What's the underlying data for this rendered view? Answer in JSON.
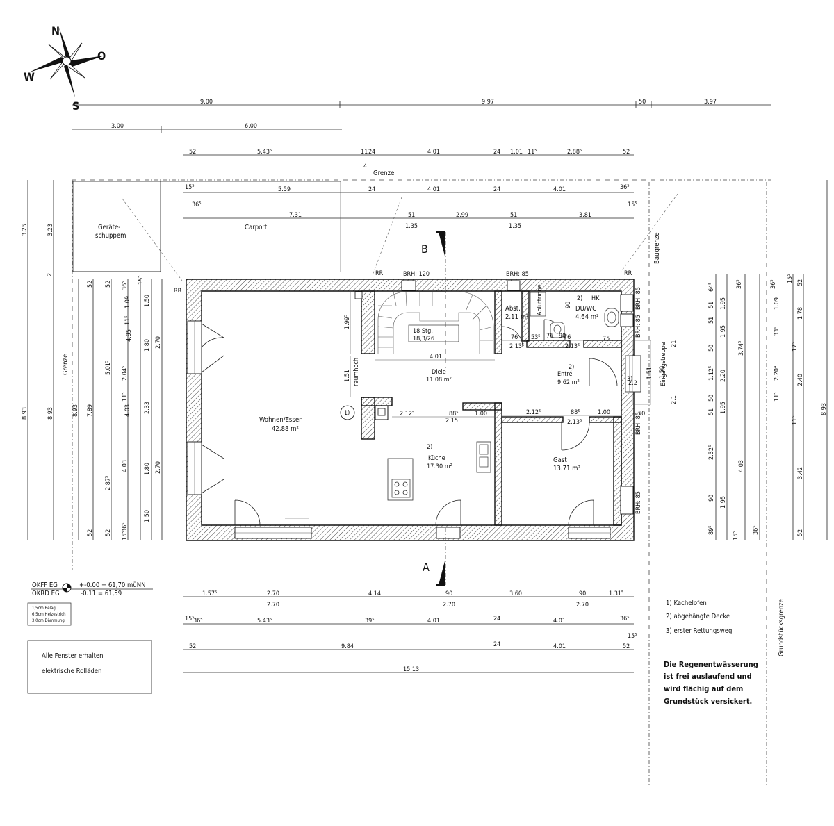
{
  "compass": {
    "n": "N",
    "o": "O",
    "s": "S",
    "w": "W"
  },
  "dims_row1": [
    "9.00",
    "9.97",
    "50",
    "3.97"
  ],
  "dims_row2": [
    "3.00",
    "6.00"
  ],
  "dims_row3": [
    "52",
    "5.43⁵",
    "11",
    "24",
    "4.01",
    "24",
    "1.01",
    "11⁵",
    "2.88⁵",
    "52",
    "4"
  ],
  "grenze_top": "Grenze",
  "dims_row4": [
    "15⁵",
    "5.59",
    "24",
    "4.01",
    "24",
    "4.01",
    "36⁵",
    "36⁵",
    "15⁵"
  ],
  "dims_row5": [
    "7.31",
    "51",
    "2.99",
    "51",
    "3.81",
    "1.35",
    "1.35"
  ],
  "carport": "Carport",
  "shed": [
    "Geräte-",
    "schuppem"
  ],
  "section_b": "B",
  "section_a": "A",
  "baugrenze": "Baugrenze",
  "grenze_left": "Grenze",
  "grundstuecksgrenze": "Grundstücksgrenze",
  "rr": "RR",
  "brh120": "BRH: 120",
  "brh85": "BRH: 85",
  "rooms": {
    "wohnen": {
      "name": "Wohnen/Essen",
      "area": "42.88  m²"
    },
    "diele": {
      "name": "Diele",
      "area": "11.08  m²"
    },
    "kueche": {
      "name": "Küche",
      "area": "17.30  m²",
      "note": "2)"
    },
    "gast": {
      "name": "Gast",
      "area": "13.71  m²"
    },
    "entre": {
      "name": "Entré",
      "area": "9.62  m²",
      "note": "2)"
    },
    "abst": {
      "name": "Abst.",
      "area": "2.11  m²"
    },
    "dwc": {
      "name": "DU/WC",
      "area": "4.64  m²",
      "note": "2)"
    }
  },
  "stairs": [
    "18  Stg.",
    "18,3/26"
  ],
  "raumhoch": "raumhoch",
  "abluftrinne": "Abluftrinne",
  "eingangstreppe": "Eingangstreppe",
  "hk": "HK",
  "note1": "1)",
  "note3": "3)",
  "okff": {
    "l1": "OKFF EG",
    "v1": "+-0.00  =  61,70  müNN",
    "l2": "OKRD EG",
    "v2": "-0.11  =  61,59"
  },
  "floor_layers": [
    "1,5cm  Belag",
    "6,5cm  Heizestrich",
    "3,0cm  Dämmung"
  ],
  "fenster_note": [
    "Alle Fenster erhalten",
    "elektrische Rolläden"
  ],
  "dims_b1": [
    "1.57⁵",
    "2.70",
    "4.14",
    "90",
    "3.60",
    "90",
    "1.31⁵"
  ],
  "dims_b2": [
    "2.70",
    "2.70",
    "2.70"
  ],
  "dims_b3": [
    "15⁵",
    "36⁵",
    "5.43⁵",
    "39⁵",
    "4.01",
    "24",
    "4.01",
    "36⁵",
    "15⁵"
  ],
  "dims_b4": [
    "52",
    "9.84",
    "24",
    "4.01",
    "52"
  ],
  "dims_b5": [
    "15.13"
  ],
  "legend": [
    "1)  Kachelofen",
    "2)  abgehängte  Decke",
    "3)  erster  Rettungsweg"
  ],
  "rain_note": [
    "Die  Regenentwässerung",
    "ist  frei  auslaufend  und",
    "wird  flächig  auf  dem",
    "Grundstück  versickert."
  ],
  "dims_left1": [
    "3.25",
    "8.93"
  ],
  "dims_left2": [
    "3.23",
    "8.93"
  ],
  "dims_left3": [
    "8.93",
    "2"
  ],
  "dims_left4": [
    "52",
    "7.89",
    "52"
  ],
  "dims_left5": [
    "52",
    "5.01⁵",
    "2.87⁵",
    "52"
  ],
  "dims_left6": [
    "36⁵",
    "4.95",
    "2.04⁵",
    "11⁵",
    "4.03",
    "36⁵",
    "15⁵"
  ],
  "dims_left7": [
    "15⁵",
    "1.09",
    "11⁵",
    "4.03"
  ],
  "dims_left8": [
    "1.50",
    "1.80",
    "2.33",
    "1.80",
    "1.50"
  ],
  "dims_left9": [
    "2.70",
    "2.70"
  ],
  "dims_right1": [
    "64⁵",
    "51",
    "51",
    "50",
    "1.12⁵",
    "50",
    "51",
    "2.32⁶",
    "90",
    "89⁵"
  ],
  "dims_right2": [
    "1.95",
    "1.95",
    "2.20",
    "1.95",
    "1.95"
  ],
  "dims_right3": [
    "36⁵",
    "3.74⁵",
    "4.03",
    "15⁵"
  ],
  "dims_right4": [
    "36⁵",
    "1.09",
    "33⁶",
    "2.20⁴",
    "11⁵",
    "36⁵"
  ],
  "dims_right5": [
    "15⁵",
    "17⁵",
    "11⁵"
  ],
  "dims_right6": [
    "52",
    "1.78",
    "2.40",
    "3.42",
    "52"
  ],
  "dims_right7": [
    "8.93"
  ],
  "inner_dims": [
    "1.99⁵",
    "1.51",
    "4.01",
    "76",
    "2.13⁵",
    "53⁵",
    "76",
    "2.13⁵",
    "75",
    "2.12⁵",
    "88⁵",
    "2.15",
    "1.00",
    "2.12⁵",
    "88⁵",
    "2.13⁵",
    "1.00",
    "90",
    "76",
    "90",
    "1.51",
    "50",
    "2.2",
    "1.50",
    "21",
    "2.1"
  ]
}
